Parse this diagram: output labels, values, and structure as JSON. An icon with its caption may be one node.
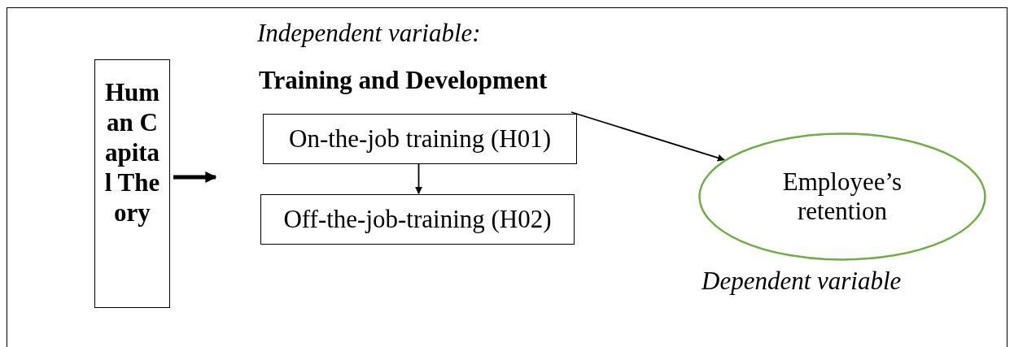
{
  "diagram": {
    "nodes": [
      {
        "text": [
          "Human Capital Theory"
        ]
      },
      {
        "text": [
          "On-the-job training (H01)"
        ]
      },
      {
        "text": [
          "Off-the-job-training (H02)"
        ]
      },
      {
        "text": [
          "Employee’s retention"
        ],
        "beside": [
          "Dependent variable"
        ]
      }
    ],
    "edges": [
      {
        "from": 0,
        "to": null,
        "arrow": "to",
        "style": "thick"
      },
      {
        "from": 1,
        "to": 2,
        "arrow": "to"
      },
      {
        "from": 1,
        "to": 3,
        "arrow": "to"
      }
    ],
    "labels": [
      "Independent variable:",
      "Training and Development"
    ]
  }
}
